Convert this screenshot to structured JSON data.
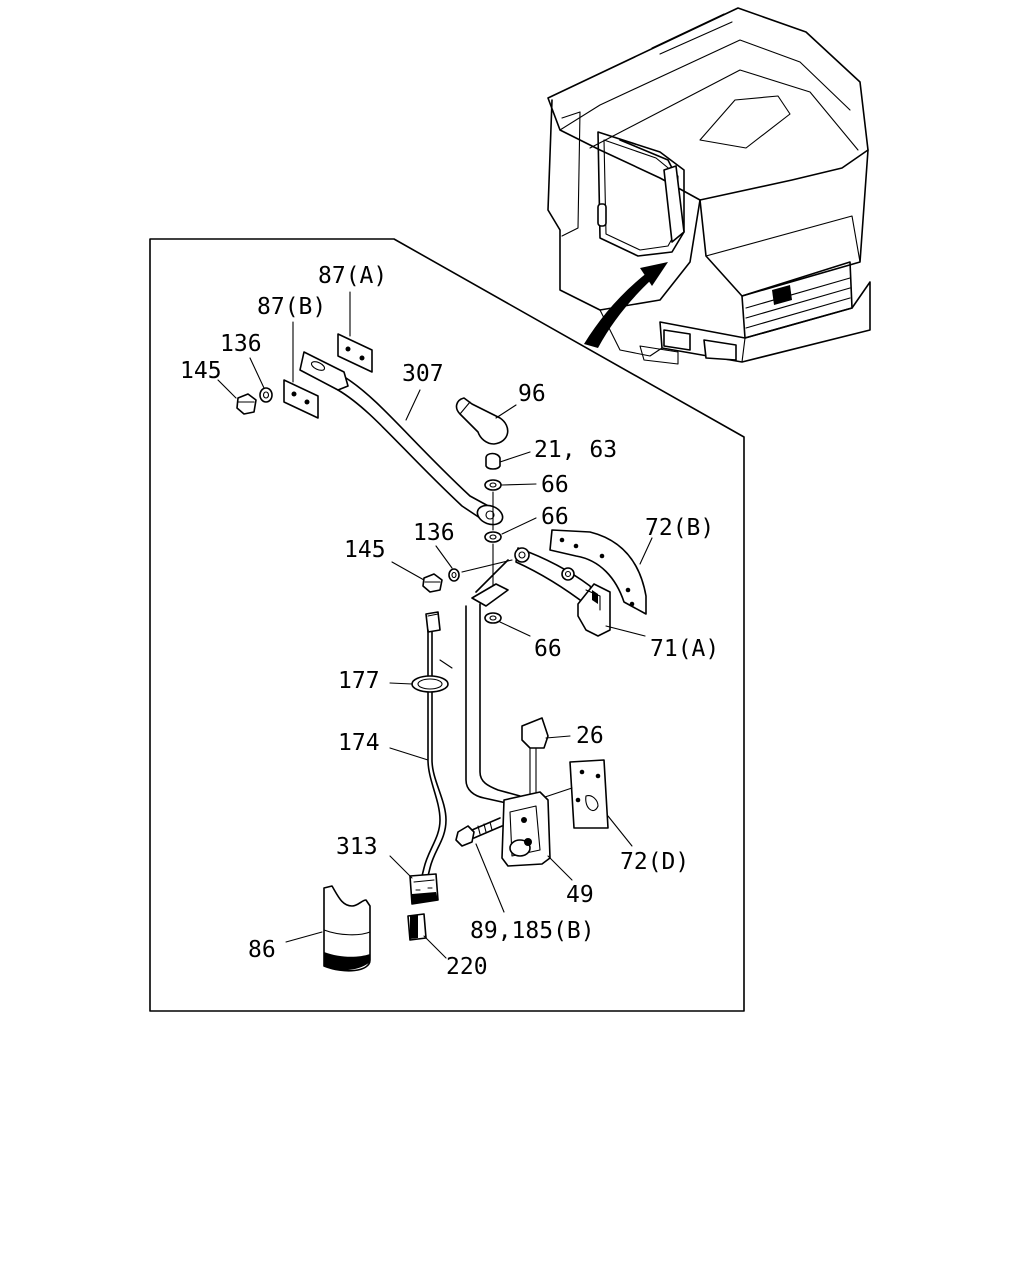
{
  "labels": {
    "p87a": "87(A)",
    "p87b": "87(B)",
    "p136a": "136",
    "p145a": "145",
    "p307": "307",
    "p96": "96",
    "p2163": "21, 63",
    "p66a": "66",
    "p66b": "66",
    "p72b": "72(B)",
    "p136b": "136",
    "p145b": "145",
    "p66c": "66",
    "p71a": "71(A)",
    "p177": "177",
    "p26": "26",
    "p174": "174",
    "p72d": "72(D)",
    "p313": "313",
    "p49": "49",
    "p89185b": "89,185(B)",
    "p86": "86",
    "p220": "220"
  }
}
